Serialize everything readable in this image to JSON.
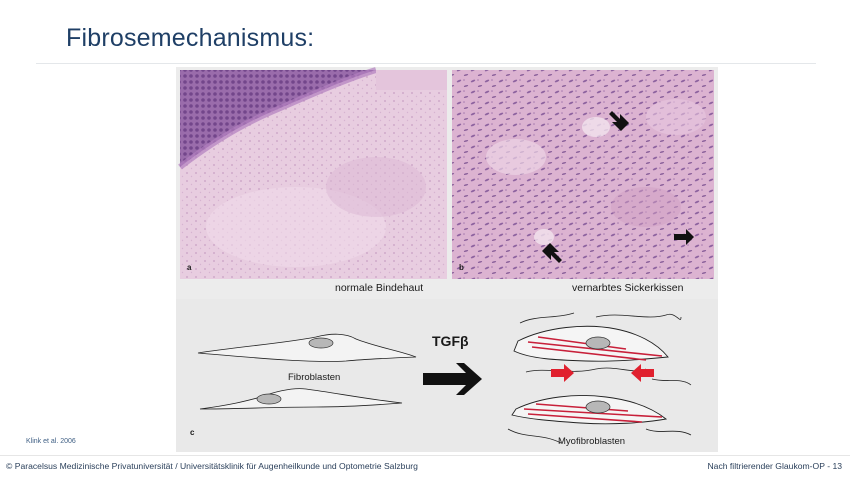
{
  "slide": {
    "title": "Fibrosemechanismus:"
  },
  "figure": {
    "panel_a": {
      "letter": "a",
      "caption": "normale Bindehaut"
    },
    "panel_b": {
      "letter": "b",
      "caption": "vernarbtes Sickerkissen"
    },
    "panel_c": {
      "letter": "c",
      "fibroblast_label": "Fibroblasten",
      "factor_label": "TGFβ",
      "myofibroblast_label": "Myofibroblasten"
    },
    "colors": {
      "tissue_base": "#e3c0d8",
      "epithelium": "#8d5e9c",
      "stress_fibers": "#c8203a",
      "contraction_arrow": "#e0202e"
    }
  },
  "citation": "Klink et al. 2006",
  "footer": {
    "left": "© Paracelsus Medizinische Privatuniversität / Universitätsklinik für Augenheilkunde und Optometrie Salzburg",
    "right": "Nach filtrierender Glaukom-OP - 13"
  }
}
